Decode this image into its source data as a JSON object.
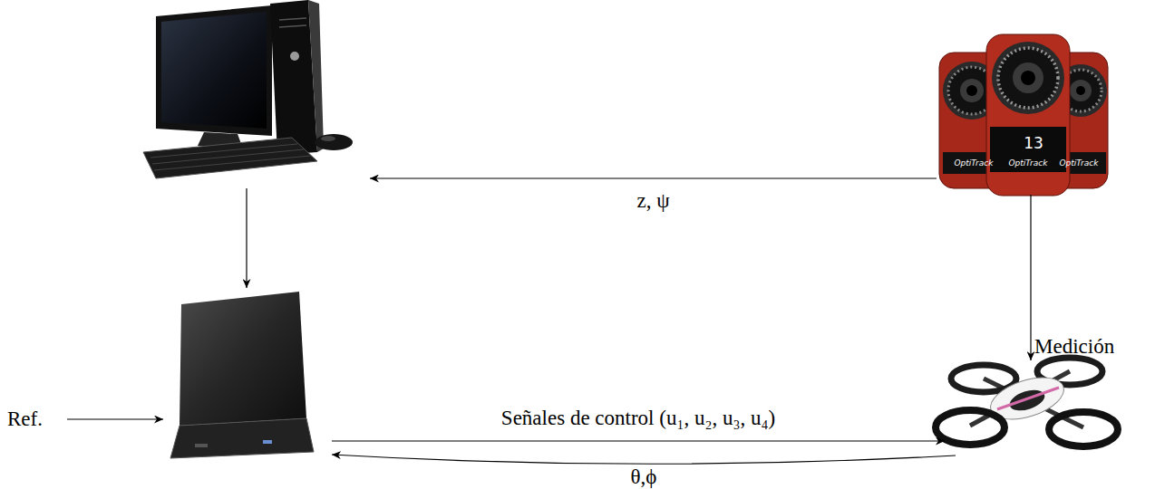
{
  "diagram": {
    "nodes": [
      {
        "text": []
      },
      {
        "text": [
          "OptiTrack",
          "13",
          "OptiTrack",
          "OptiTrack"
        ]
      },
      {
        "text": []
      },
      {
        "text": []
      }
    ],
    "edges": [
      {
        "from": 1,
        "to": 0,
        "arrow": "to",
        "label": "z, ψ"
      },
      {
        "from": 0,
        "to": 2,
        "arrow": "to"
      },
      {
        "from": 1,
        "to": 3,
        "arrow": "to",
        "label": "Medición"
      },
      {
        "from": 2,
        "to": 3,
        "arrow": "to",
        "label": "Señales de control (u₁, u₂, u₃, u₄)"
      },
      {
        "from": 3,
        "to": 2,
        "arrow": "to",
        "label": "θ,ϕ"
      }
    ],
    "labels": [
      "Ref."
    ]
  }
}
